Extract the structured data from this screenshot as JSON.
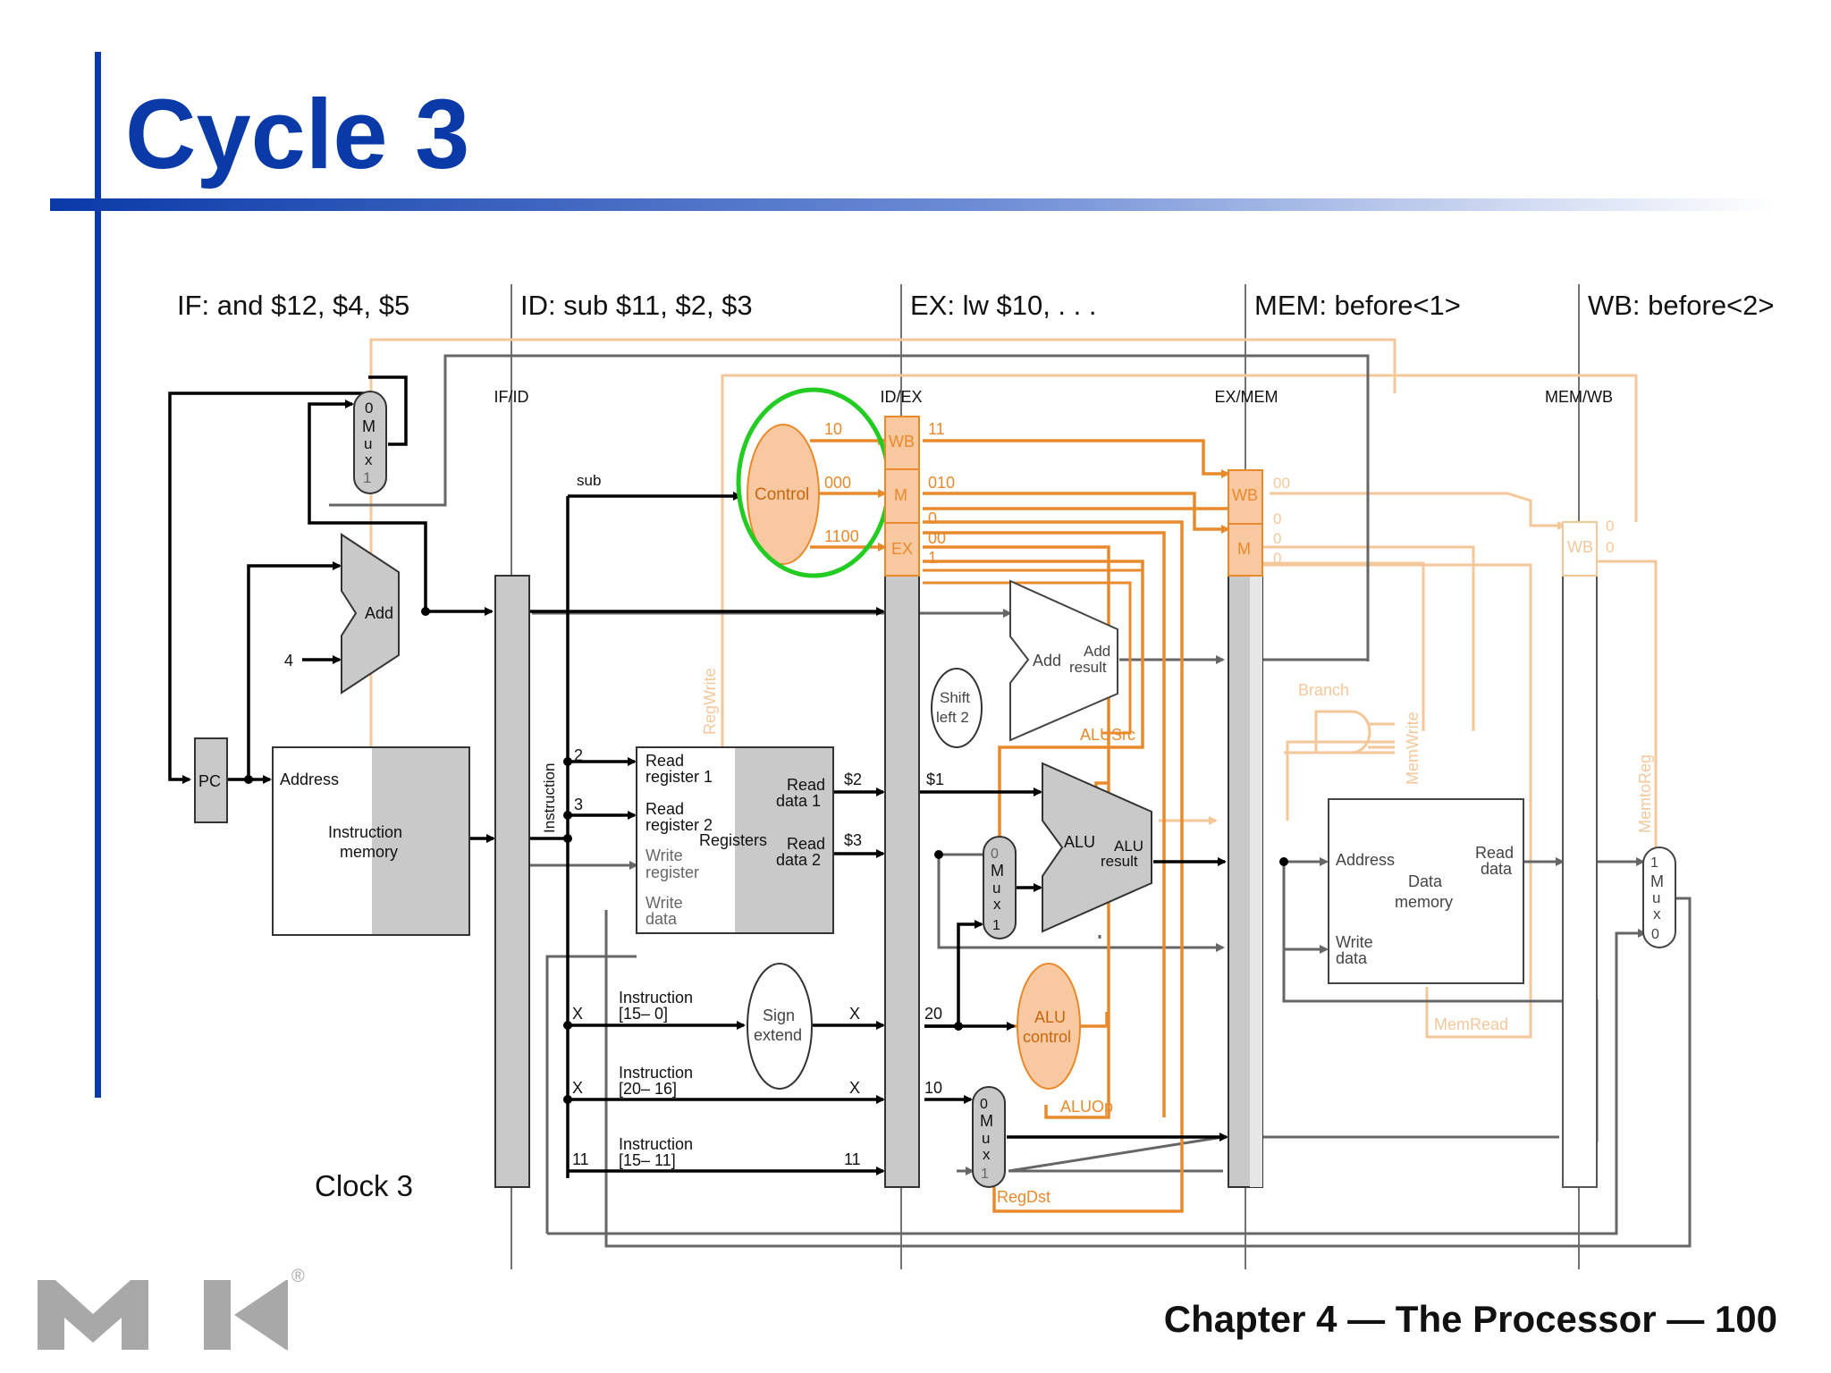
{
  "slide": {
    "title": "Cycle 3",
    "footer": "Chapter 4 — The Processor — 100",
    "logo_text": "MK",
    "logo_mark": "®"
  },
  "colors": {
    "title_blue": "#0a3aa8",
    "active_orange": "#e8892b",
    "faded_orange": "#f3c79a",
    "highlight_green": "#22cc22",
    "gray_datapath": "#555555",
    "block_gray": "#c9c9c9"
  },
  "stages": {
    "if": "IF: and $12, $4, $5",
    "id": "ID: sub $11, $2, $3",
    "ex": "EX: lw $10, . . .",
    "mem": "MEM: before<1>",
    "wb": "WB: before<2>"
  },
  "pipeline_registers": {
    "if_id": "IF/ID",
    "id_ex": "ID/EX",
    "ex_mem": "EX/MEM",
    "mem_wb": "MEM/WB"
  },
  "clock": "Clock 3",
  "blocks": {
    "pc": "PC",
    "mux_label": [
      "M",
      "u",
      "x"
    ],
    "mux_pc": {
      "top": "0",
      "bottom": "1"
    },
    "add": "Add",
    "four": "4",
    "imem": {
      "address": "Address",
      "name1": "Instruction",
      "name2": "memory"
    },
    "instruction": "Instruction",
    "control": "Control",
    "registers": {
      "name": "Registers",
      "read_reg1_a": "Read",
      "read_reg1_b": "register 1",
      "read_reg2_a": "Read",
      "read_reg2_b": "register 2",
      "write_reg_a": "Write",
      "write_reg_b": "register",
      "write_data_a": "Write",
      "write_data_b": "data",
      "read_data1_a": "Read",
      "read_data1_b": "data 1",
      "read_data2_a": "Read",
      "read_data2_b": "data 2"
    },
    "sign_extend": {
      "a": "Sign",
      "b": "extend"
    },
    "instr_15_0": {
      "a": "Instruction",
      "b": "[15– 0]"
    },
    "instr_20_16": {
      "a": "Instruction",
      "b": "[20– 16]"
    },
    "instr_15_11": {
      "a": "Instruction",
      "b": "[15– 11]"
    },
    "shift": {
      "a": "Shift",
      "b": "left 2"
    },
    "add_branch": {
      "add": "Add",
      "result_a": "Add",
      "result_b": "result"
    },
    "alu": {
      "name": "ALU",
      "result_a": "ALU",
      "result_b": "result"
    },
    "alu_control": {
      "a": "ALU",
      "b": "control"
    },
    "alu_mux": {
      "top": "0",
      "bottom": "1"
    },
    "regdst_mux": {
      "top": "0",
      "bottom": "1"
    },
    "wb_mux": {
      "top": "1",
      "bottom": "0"
    },
    "dmem": {
      "address": "Address",
      "name1": "Data",
      "name2": "memory",
      "read_a": "Read",
      "read_b": "data",
      "write_a": "Write",
      "write_b": "data"
    },
    "branch_label": "Branch"
  },
  "control_signals": {
    "regwrite": "RegWrite",
    "memwrite": "MemWrite",
    "memtoreg": "MemtoReg",
    "memread": "MemRead",
    "alusrc": "ALUSrc",
    "aluop": "ALUOp",
    "regdst": "RegDst"
  },
  "pipe_fields": {
    "wb": "WB",
    "m": "M",
    "ex": "EX"
  },
  "values": {
    "sub": "sub",
    "ctrl_wb": "10",
    "ctrl_m": "000",
    "ctrl_ex": "1100",
    "idex_wb": "11",
    "idex_m": "010",
    "idex_ex1": "0",
    "idex_ex2": "00",
    "idex_ex3": "1",
    "exmem_wb": "00",
    "exmem_m1": "0",
    "exmem_m2": "0",
    "exmem_m3": "0",
    "memwb_1": "0",
    "memwb_2": "0",
    "rs": "2",
    "rt": "3",
    "reg_d1": "$2",
    "reg_d2": "$3",
    "ex_d1": "$1",
    "imm_in": "X",
    "imm_out": "X",
    "imm_ex": "20",
    "rt_in": "X",
    "rt_out": "X",
    "rt_ex": "10",
    "rd_in": "11",
    "rd_out": "11"
  }
}
